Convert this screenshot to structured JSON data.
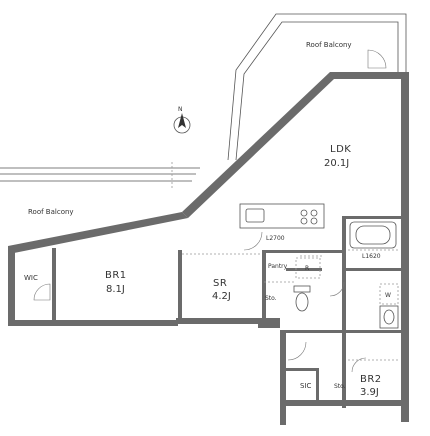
{
  "plan": {
    "balcony_top_label": "Roof Balcony",
    "balcony_left_label": "Roof Balcony",
    "compass_label": "N",
    "rooms": {
      "ldk": {
        "name": "LDK",
        "size": "20.1J"
      },
      "br1": {
        "name": "BR1",
        "size": "8.1J"
      },
      "sr": {
        "name": "SR",
        "size": "4.2J"
      },
      "br2": {
        "name": "BR2",
        "size": "3.9J"
      },
      "wic": {
        "name": "WIC"
      },
      "sic": {
        "name": "SIC"
      },
      "pantry": {
        "name": "Pantry"
      },
      "refrigerator": {
        "name": "R"
      },
      "washer": {
        "name": "W"
      },
      "storage_sr": {
        "name": "Sto."
      },
      "storage_br2": {
        "name": "Sto."
      }
    },
    "kitchen_dimension": "L2700",
    "bath_dimension": "L1620"
  }
}
